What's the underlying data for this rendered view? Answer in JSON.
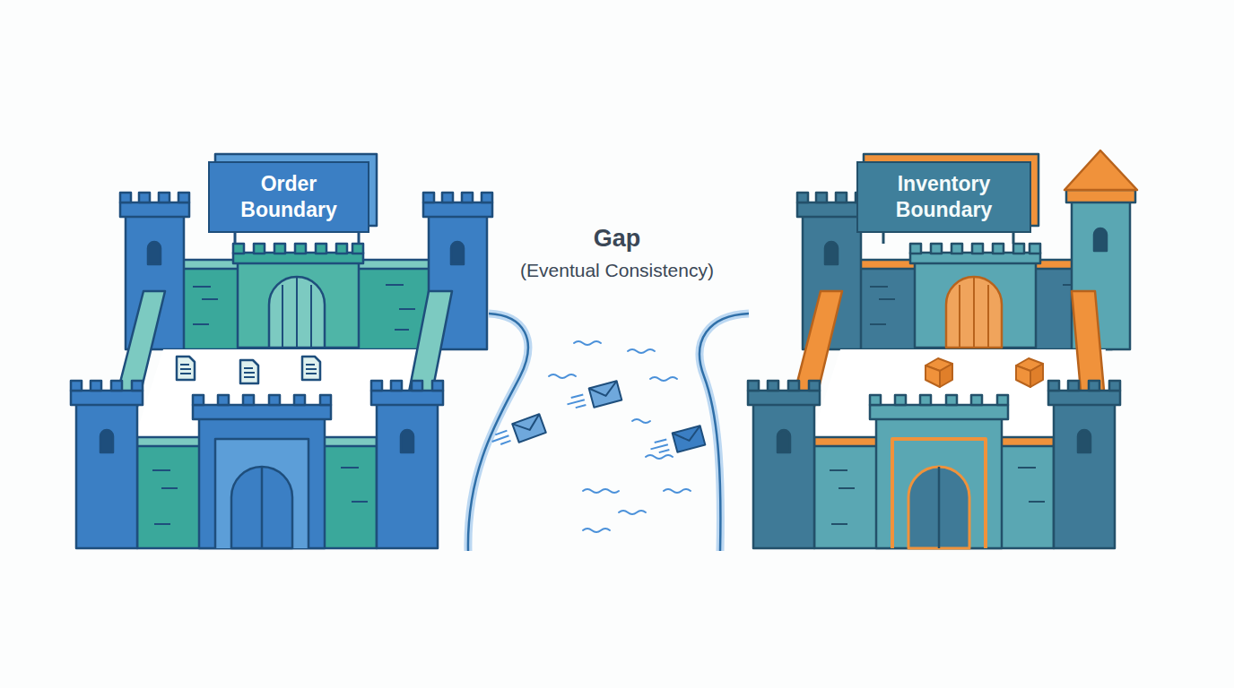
{
  "diagram": {
    "nodes": [
      {
        "text": [
          "Order Boundary"
        ]
      },
      {
        "text": [
          "Inventory Boundary"
        ]
      }
    ],
    "labels": [
      "Gap",
      "(Eventual Consistency)"
    ]
  }
}
